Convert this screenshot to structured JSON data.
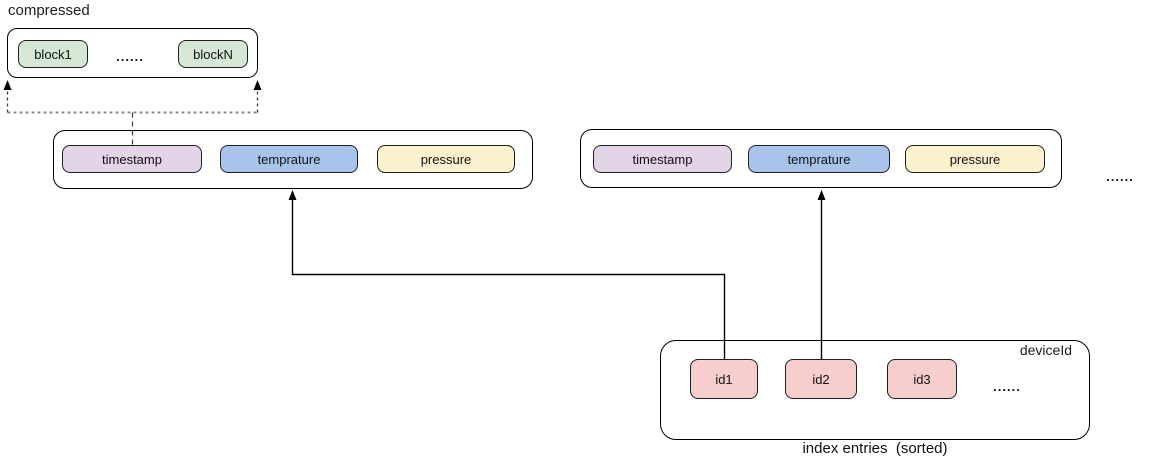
{
  "colors": {
    "green_fill": "#d5e8d4",
    "lavender_fill": "#e1d5e7",
    "blue_fill": "#a9c4eb",
    "yellow_fill": "#fbf1cf",
    "pink_fill": "#f8cecc",
    "border": "#1f1f1f",
    "line": "#000000",
    "dashed_gray": "#8c8c8c"
  },
  "compressed": {
    "label": "compressed",
    "block_first": "block1",
    "block_last": "blockN",
    "ellipsis": "......"
  },
  "records": {
    "row1": {
      "field1": "timestamp",
      "field2": "temprature",
      "field3": "pressure"
    },
    "row2": {
      "field1": "timestamp",
      "field2": "temprature",
      "field3": "pressure"
    },
    "ellipsis": "......"
  },
  "index": {
    "label": "deviceId",
    "id1": "id1",
    "id2": "id2",
    "id3": "id3",
    "ellipsis": "......",
    "caption": "index entries  (sorted)"
  }
}
